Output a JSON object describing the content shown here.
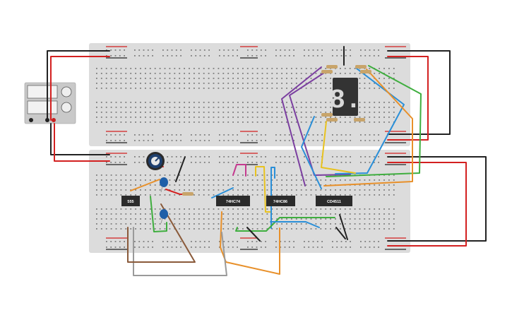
{
  "app": {
    "title": "Breadboard circuit simulation"
  },
  "chips": [
    {
      "id": "u1",
      "label": "555"
    },
    {
      "id": "u2",
      "label": "74HC74"
    },
    {
      "id": "u3",
      "label": "74HC86"
    },
    {
      "id": "u4",
      "label": "CD4511"
    }
  ],
  "display": {
    "digit": "8."
  },
  "power_supply": {
    "icon": "power-supply-icon",
    "knobs": 2,
    "displays": 2
  },
  "colors": {
    "board": "#dcdcdc",
    "rail_red": "#d32020",
    "rail_black": "#222222",
    "chip": "#2b2b2b",
    "display_bg": "#333333",
    "display_segment": "#d9d9d9",
    "capacitor": "#1f5fa8",
    "potentiometer": "#1e3f6e"
  },
  "wires": [
    {
      "name": "wire-black-top",
      "color": "#222222"
    },
    {
      "name": "wire-red-top",
      "color": "#d32020"
    },
    {
      "name": "wire-purple",
      "color": "#7b3fa0"
    },
    {
      "name": "wire-green",
      "color": "#3fae3f"
    },
    {
      "name": "wire-blue",
      "color": "#2a8fd8"
    },
    {
      "name": "wire-orange",
      "color": "#e8902a"
    },
    {
      "name": "wire-yellow",
      "color": "#e8c21e"
    },
    {
      "name": "wire-brown",
      "color": "#8a5a3a"
    },
    {
      "name": "wire-gray",
      "color": "#9a9a9a"
    },
    {
      "name": "wire-magenta",
      "color": "#c43a8f"
    }
  ]
}
